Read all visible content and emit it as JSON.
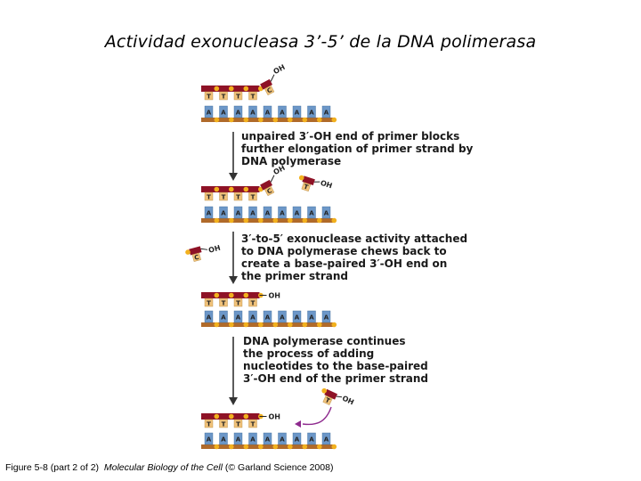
{
  "title": "Actividad exonucleasa 3’-5’ de la DNA polimerasa",
  "caption": {
    "prefix": "Figure 5-8 (part 2 of 2)",
    "book": "Molecular Biology of the Cell",
    "suffix": "(© Garland Science 2008)"
  },
  "labels": {
    "oh": "OH",
    "template_base": "A",
    "primer_base": "T",
    "mismatch_base": "C",
    "incoming_base": "T"
  },
  "steps": [
    {
      "lines": [
        "unpaired 3′-OH end of primer blocks",
        "further elongation of primer strand by",
        "DNA polymerase"
      ]
    },
    {
      "lines": [
        "3′-to-5′ exonuclease activity attached",
        "to DNA polymerase chews back to",
        "create a base-paired 3′-OH end on",
        "the primer strand"
      ]
    },
    {
      "lines": [
        "DNA polymerase continues",
        "the process of adding",
        "nucleotides to the base-paired",
        "3′-OH end of the primer strand"
      ]
    }
  ],
  "colors": {
    "backbone": "#b06a2a",
    "phosphate": "#f2b11e",
    "base_a": "#6c97c8",
    "base_t": "#f0c27a",
    "primer": "#8e1226",
    "arrow": "#333333",
    "new_arrow": "#8e2a8e"
  }
}
